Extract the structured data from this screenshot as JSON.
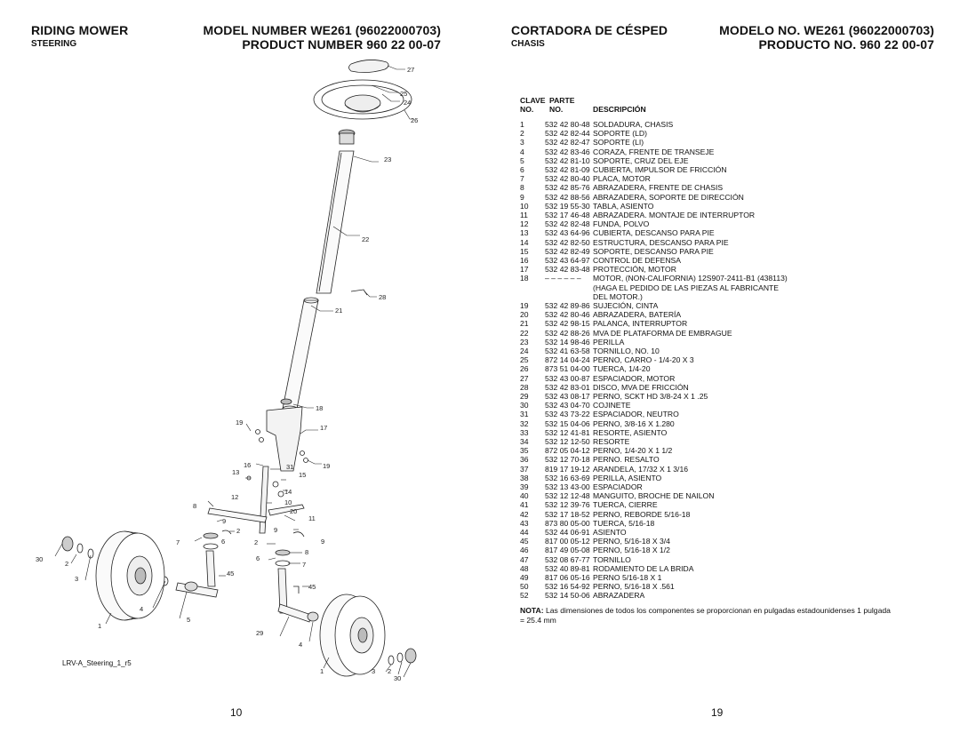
{
  "left_header": {
    "title": "RIDING MOWER",
    "subtitle": "STEERING",
    "model": "MODEL NUMBER WE261 (96022000703)",
    "product": "PRODUCT NUMBER 960 22 00-07"
  },
  "right_header": {
    "title": "CORTADORA DE CÉSPED",
    "subtitle": "CHASIS",
    "model": "MODELO NO. WE261 (96022000703)",
    "product": "PRODUCTO NO. 960 22 00-07"
  },
  "table": {
    "head": {
      "col1_top": "CLAVE",
      "col1_bottom": "NO.",
      "col2_top": "PARTE",
      "col2_bottom": "NO.",
      "col3": "DESCRIPCIÓN"
    },
    "rows": [
      {
        "key": "1",
        "part": "532 42 80-48",
        "desc": "SOLDADURA, CHASIS"
      },
      {
        "key": "2",
        "part": "532 42 82-44",
        "desc": "SOPORTE (LD)"
      },
      {
        "key": "3",
        "part": "532 42 82-47",
        "desc": "SOPORTE (LI)"
      },
      {
        "key": "4",
        "part": "532 42 83-46",
        "desc": "CORAZA, FRENTE DE TRANSEJE"
      },
      {
        "key": "5",
        "part": "532 42 81-10",
        "desc": "SOPORTE, CRUZ DEL EJE"
      },
      {
        "key": "6",
        "part": "532 42 81-09",
        "desc": "CUBIERTA, IMPULSOR DE FRICCIÓN"
      },
      {
        "key": "7",
        "part": "532 42 80-40",
        "desc": "PLACA, MOTOR"
      },
      {
        "key": "8",
        "part": "532 42 85-76",
        "desc": "ABRAZADERA, FRENTE DE CHASIS"
      },
      {
        "key": "9",
        "part": "532 42 88-56",
        "desc": "ABRAZADERA, SOPORTE DE DIRECCIÓN"
      },
      {
        "key": "10",
        "part": "532 19 55-30",
        "desc": "TABLA, ASIENTO"
      },
      {
        "key": "11",
        "part": "532 17 46-48",
        "desc": "ABRAZADERA. MONTAJE DE INTERRUPTOR"
      },
      {
        "key": "12",
        "part": "532 42 82-48",
        "desc": "FUNDA, POLVO"
      },
      {
        "key": "13",
        "part": "532 43 64-96",
        "desc": "CUBIERTA, DESCANSO PARA PIE"
      },
      {
        "key": "14",
        "part": "532 42 82-50",
        "desc": "ESTRUCTURA, DESCANSO PARA PIE"
      },
      {
        "key": "15",
        "part": "532 42 82-49",
        "desc": "SOPORTE, DESCANSO PARA PIE"
      },
      {
        "key": "16",
        "part": "532 43 64-97",
        "desc": "CONTROL DE DEFENSA"
      },
      {
        "key": "17",
        "part": "532 42 83-48",
        "desc": "PROTECCIÓN, MOTOR"
      },
      {
        "key": "18",
        "part": "– – – – – –",
        "desc": "MOTOR, (NON-CALIFORNIA) 12S907-2411-B1 (438113)"
      },
      {
        "key": "",
        "part": "",
        "desc": "(HAGA EL PEDIDO DE LAS PIEZAS AL FABRICANTE"
      },
      {
        "key": "",
        "part": "",
        "desc": "DEL MOTOR.)"
      },
      {
        "key": "19",
        "part": "532 42 89-86",
        "desc": "SUJECIÓN, CINTA"
      },
      {
        "key": "20",
        "part": "532 42 80-46",
        "desc": "ABRAZADERA, BATERÍA"
      },
      {
        "key": "21",
        "part": "532 42 98-15",
        "desc": "PALANCA, INTERRUPTOR"
      },
      {
        "key": "22",
        "part": "532 42 88-26",
        "desc": "MVA DE PLATAFORMA DE EMBRAGUE"
      },
      {
        "key": "23",
        "part": "532 14 98-46",
        "desc": "PERILLA"
      },
      {
        "key": "24",
        "part": "532 41 63-58",
        "desc": "TORNILLO, NO. 10"
      },
      {
        "key": "25",
        "part": "872 14 04-24",
        "desc": "PERNO, CARRO - 1/4-20 X 3"
      },
      {
        "key": "26",
        "part": "873 51 04-00",
        "desc": "TUERCA, 1/4-20"
      },
      {
        "key": "27",
        "part": "532 43 00-87",
        "desc": "ESPACIADOR, MOTOR"
      },
      {
        "key": "28",
        "part": "532 42 83-01",
        "desc": "DISCO, MVA DE FRICCIÓN"
      },
      {
        "key": "29",
        "part": "532 43 08-17",
        "desc": "PERNO, SCKT HD 3/8-24 X 1 .25"
      },
      {
        "key": "30",
        "part": "532 43 04-70",
        "desc": "COJINETE"
      },
      {
        "key": "31",
        "part": "532 43 73-22",
        "desc": "ESPACIADOR, NEUTRO"
      },
      {
        "key": "32",
        "part": "532 15 04-06",
        "desc": "PERNO, 3/8-16 X 1.280"
      },
      {
        "key": "33",
        "part": "532 12 41-81",
        "desc": "RESORTE, ASIENTO"
      },
      {
        "key": "34",
        "part": "532 12 12-50",
        "desc": "RESORTE"
      },
      {
        "key": "35",
        "part": "872 05 04-12",
        "desc": "PERNO, 1/4-20 X 1 1/2"
      },
      {
        "key": "36",
        "part": "532 12 70-18",
        "desc": "PERNO. RESALTO"
      },
      {
        "key": "37",
        "part": "819 17 19-12",
        "desc": "ARANDELA, 17/32 X 1 3/16"
      },
      {
        "key": "38",
        "part": "532 16 63-69",
        "desc": "PERILLA, ASIENTO"
      },
      {
        "key": "39",
        "part": "532 13 43-00",
        "desc": "ESPACIADOR"
      },
      {
        "key": "40",
        "part": "532 12 12-48",
        "desc": "MANGUITO, BROCHE DE NAILON"
      },
      {
        "key": "41",
        "part": "532 12 39-76",
        "desc": "TUERCA, CIERRE"
      },
      {
        "key": "42",
        "part": "532 17 18-52",
        "desc": "PERNO, REBORDE 5/16-18"
      },
      {
        "key": "43",
        "part": "873 80 05-00",
        "desc": "TUERCA, 5/16-18"
      },
      {
        "key": "44",
        "part": "532 44 06-91",
        "desc": "ASIENTO"
      },
      {
        "key": "45",
        "part": "817 00 05-12",
        "desc": "PERNO, 5/16-18 X 3/4"
      },
      {
        "key": "46",
        "part": "817 49 05-08",
        "desc": "PERNO, 5/16-18 X 1/2"
      },
      {
        "key": "47",
        "part": "532 08 67-77",
        "desc": "TORNILLO"
      },
      {
        "key": "48",
        "part": "532 40 89-81",
        "desc": "RODAMIENTO DE LA BRIDA"
      },
      {
        "key": "49",
        "part": "817 06 05-16",
        "desc": "PERNO 5/16-18 X 1"
      },
      {
        "key": "50",
        "part": "532 16 54-92",
        "desc": "PERNO, 5/16-18 X .561"
      },
      {
        "key": "52",
        "part": "532 14 50-06",
        "desc": "ABRAZADERA"
      }
    ]
  },
  "note": {
    "label": "NOTA:",
    "text": " Las dimensiones de todos los componentes se proporcionan en pulgadas estadounidenses 1 pulgada = 25.4 mm"
  },
  "diagram": {
    "caption": "LRV-A_Steering_1_r5",
    "callouts": [
      "27",
      "25",
      "24",
      "26",
      "23",
      "22",
      "28",
      "21",
      "18",
      "17",
      "19",
      "16",
      "31",
      "13",
      "15",
      "19",
      "14",
      "12",
      "10",
      "8",
      "9",
      "20",
      "11",
      "2",
      "9",
      "7",
      "6",
      "2",
      "8",
      "6",
      "7",
      "45",
      "45",
      "30",
      "2",
      "3",
      "4",
      "5",
      "1",
      "29",
      "4",
      "1",
      "3",
      "2",
      "30"
    ]
  },
  "page_numbers": {
    "left": "10",
    "right": "19"
  }
}
